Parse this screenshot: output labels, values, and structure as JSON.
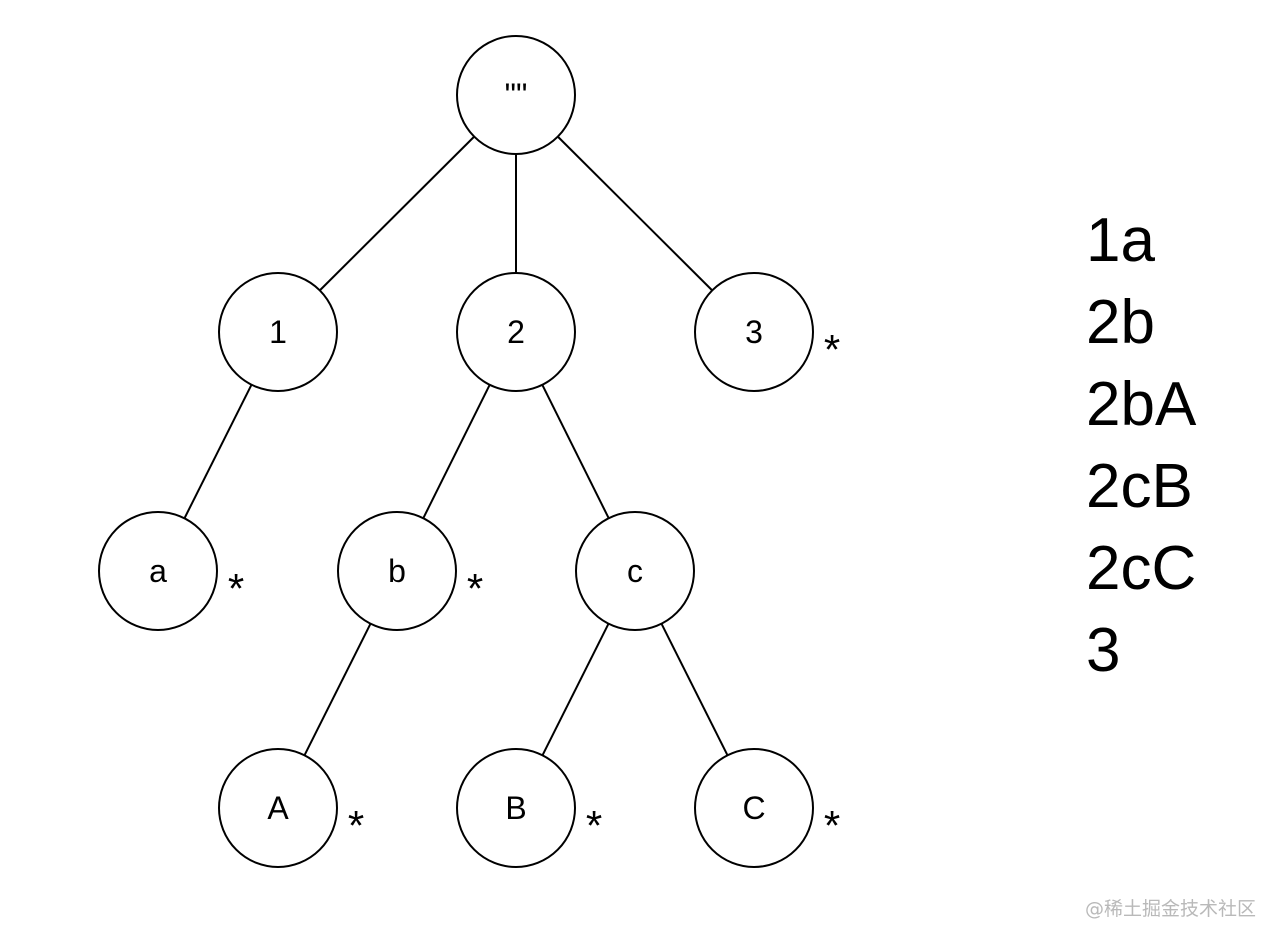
{
  "tree": {
    "nodes": [
      {
        "id": "root",
        "label": "\"\"",
        "marked": false
      },
      {
        "id": "n1",
        "label": "1",
        "marked": false
      },
      {
        "id": "n2",
        "label": "2",
        "marked": false
      },
      {
        "id": "n3",
        "label": "3",
        "marked": true
      },
      {
        "id": "na",
        "label": "a",
        "marked": true
      },
      {
        "id": "nb",
        "label": "b",
        "marked": true
      },
      {
        "id": "nc",
        "label": "c",
        "marked": false
      },
      {
        "id": "nA",
        "label": "A",
        "marked": true
      },
      {
        "id": "nB",
        "label": "B",
        "marked": true
      },
      {
        "id": "nC",
        "label": "C",
        "marked": true
      }
    ],
    "edges": [
      [
        "root",
        "n1"
      ],
      [
        "root",
        "n2"
      ],
      [
        "root",
        "n3"
      ],
      [
        "n1",
        "na"
      ],
      [
        "n2",
        "nb"
      ],
      [
        "n2",
        "nc"
      ],
      [
        "nb",
        "nA"
      ],
      [
        "nc",
        "nB"
      ],
      [
        "nc",
        "nC"
      ]
    ],
    "mark_symbol": "*"
  },
  "paths": [
    "1a",
    "2b",
    "2bA",
    "2cB",
    "2cC",
    "3"
  ],
  "watermark": "@稀土掘金技术社区"
}
